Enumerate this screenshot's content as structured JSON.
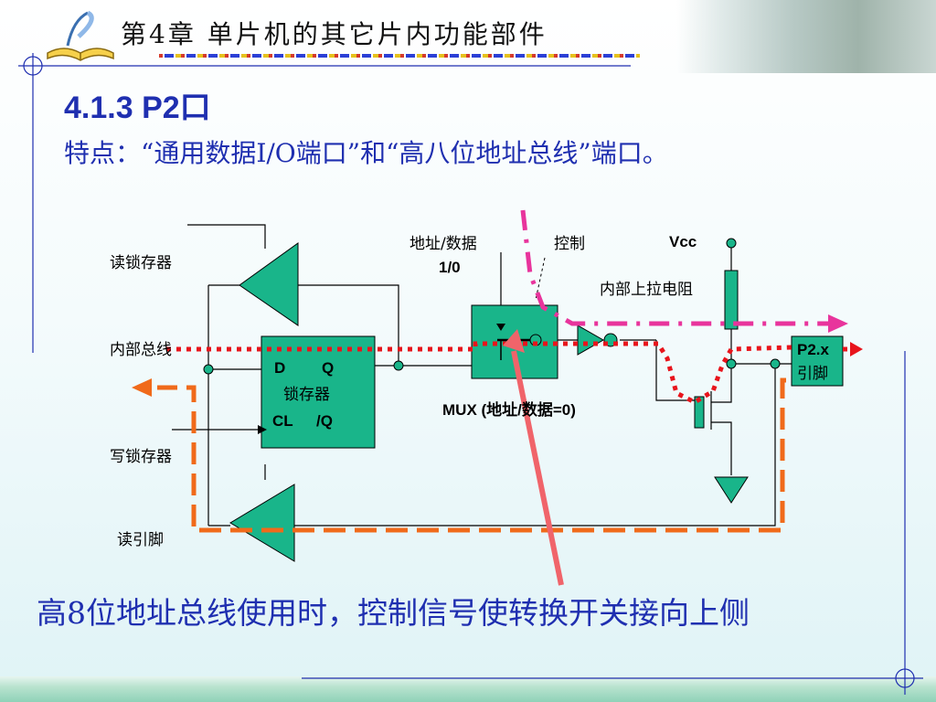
{
  "header": {
    "title": "第4章  单片机的其它片内功能部件"
  },
  "section": {
    "title": "4.1.3  P2口",
    "feature": "特点：“通用数据I/O端口”和“高八位地址总线”端口。"
  },
  "diagram": {
    "labels": {
      "read_latch": "读锁存器",
      "internal_bus": "内部总线",
      "write_latch": "写锁存器",
      "read_pin": "读引脚",
      "latch_d": "D",
      "latch_q": "Q",
      "latch_name": "锁存器",
      "latch_cl": "CL",
      "latch_nq": "/Q",
      "addr_data": "地址/数据",
      "io": "1/0",
      "control": "控制",
      "vcc": "Vcc",
      "pullup": "内部上拉电阻",
      "mux": "MUX  (地址/数据=0)",
      "pin_top": "P2.x",
      "pin_bottom": "引脚"
    },
    "colors": {
      "component_fill": "#19b58a",
      "path_red_dotted": "#e8141c",
      "path_magenta_dashdot": "#e8349c",
      "path_orange_dashed": "#f06a1a",
      "arrow_pink": "#f0646a",
      "text_blue": "#1f2fb0"
    }
  },
  "caption": "高8位地址总线使用时，控制信号使转换开关接向上侧"
}
